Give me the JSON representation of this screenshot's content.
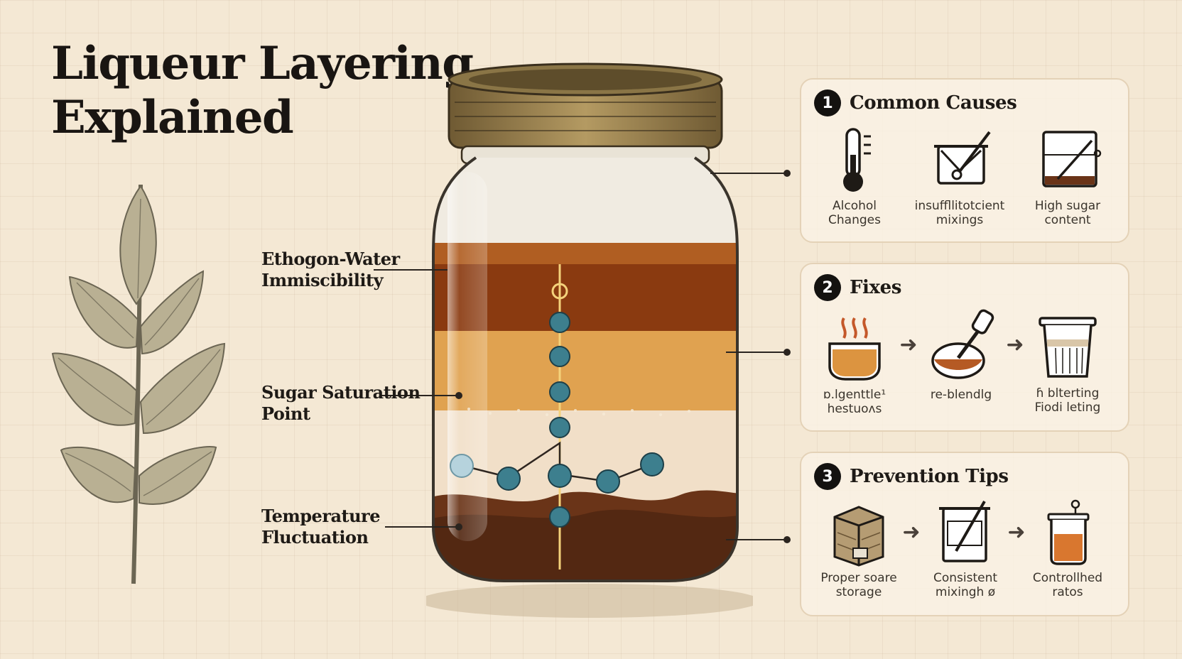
{
  "title": {
    "line1": "Liqueur Layering",
    "line2": "Explained"
  },
  "callouts": [
    {
      "line1": "Ethogon-Water",
      "line2": "Immiscibility"
    },
    {
      "line1": "Sugar Saturation",
      "line2": "Point"
    },
    {
      "line1": "Temperature",
      "line2": "Fluctuation"
    }
  ],
  "panels": [
    {
      "number": "1",
      "title": "Common Causes",
      "items": [
        {
          "icon": "thermometer-icon",
          "line1": "Alcohol",
          "line2": "Changes"
        },
        {
          "icon": "mixing-bowl-icon",
          "line1": "insuffllitotcient",
          "line2": "mixings"
        },
        {
          "icon": "sugar-glass-icon",
          "line1": "High sugar",
          "line2": "content"
        }
      ]
    },
    {
      "number": "2",
      "title": "Fixes",
      "items": [
        {
          "icon": "warming-pot-icon",
          "line1": "ɒ.lgenttle¹",
          "line2": "hestuoʌs"
        },
        {
          "icon": "blending-bowl-icon",
          "line1": "re-blendlg",
          "line2": ""
        },
        {
          "icon": "filter-cup-icon",
          "line1": "ɦ blterting",
          "line2": "Fiodi leting"
        }
      ],
      "arrows": [
        "➜",
        "➜"
      ]
    },
    {
      "number": "3",
      "title": "Prevention Tips",
      "items": [
        {
          "icon": "storage-box-icon",
          "line1": "Proper soare",
          "line2": "storage"
        },
        {
          "icon": "stir-glass-icon",
          "line1": "Consistent",
          "line2": "mixingh ø"
        },
        {
          "icon": "measured-beaker-icon",
          "line1": "Controllhed",
          "line2": "ratos"
        }
      ],
      "arrows": [
        "➜",
        "➜"
      ]
    }
  ],
  "colors": {
    "background": "#f4e8d4",
    "layer_top": "#8a3a10",
    "layer_middle": "#e0a250",
    "layer_lower": "#f1dfc8",
    "sediment": "#6a3418",
    "molecule": "#3d7f8e",
    "lid": "#9b8250"
  }
}
